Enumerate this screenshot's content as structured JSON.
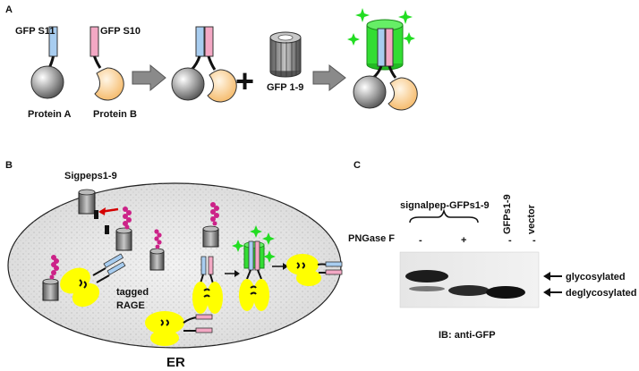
{
  "panel_a": {
    "letter": "A",
    "gfp_s11": "GFP S11",
    "gfp_s10": "GFP S10",
    "protein_a": "Protein A",
    "protein_b": "Protein B",
    "plus": "+",
    "gfp_1_9": "GFP 1-9"
  },
  "panel_b": {
    "letter": "B",
    "sigpeps": "Sigpeps1-9",
    "tagged": "tagged",
    "rage": "RAGE",
    "er": "ER"
  },
  "panel_c": {
    "letter": "C",
    "signalpep": "signalpep-GFPs1-9",
    "pngase": "PNGase F",
    "lane1_sign": "-",
    "lane2_sign": "+",
    "lane3_sign": "-",
    "lane4_sign": "-",
    "lane3_label": "GFPs1-9",
    "lane4_label": "vector",
    "glycosylated": "glycosylated",
    "deglycosylated": "deglycosylated",
    "ib": "IB: anti-GFP"
  },
  "colors": {
    "gfp_s11": "#a8cdf0",
    "gfp_s10": "#f3a8c4",
    "protein_b": "#f9c98b",
    "gfp_barrel": "#33dd33",
    "sparkle": "#22dd22",
    "rage_yellow": "#ffff00",
    "sigpep_magenta": "#cc2288",
    "arrow_red": "#d40000"
  }
}
